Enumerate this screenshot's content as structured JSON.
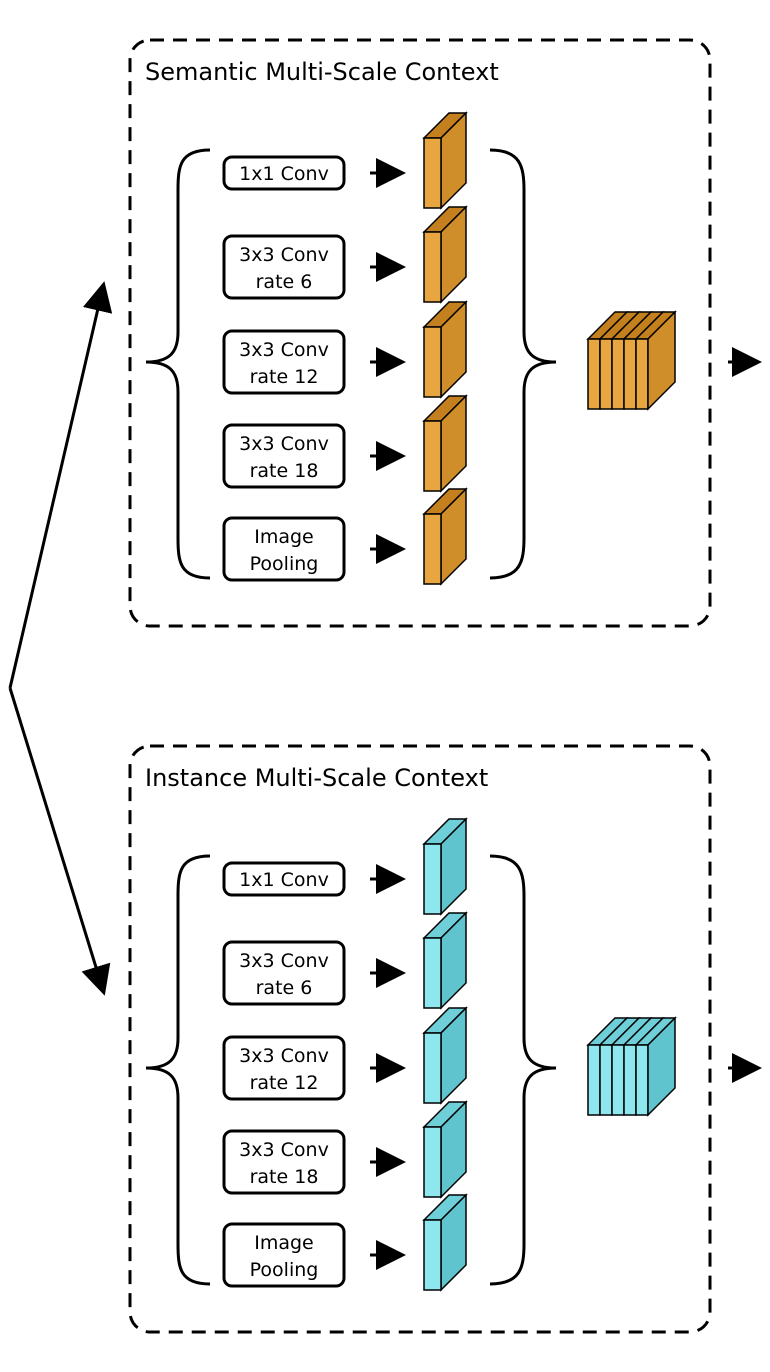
{
  "semantic": {
    "title": "Semantic Multi-Scale Context",
    "colors": {
      "front": "#E8A640",
      "top": "#C47F1E",
      "side": "#D08E2A"
    },
    "ops": [
      {
        "line1": "1x1 Conv",
        "line2": ""
      },
      {
        "line1": "3x3 Conv",
        "line2": "rate 6"
      },
      {
        "line1": "3x3 Conv",
        "line2": "rate 12"
      },
      {
        "line1": "3x3 Conv",
        "line2": "rate 18"
      },
      {
        "line1": "Image",
        "line2": "Pooling"
      }
    ]
  },
  "instance": {
    "title": "Instance Multi-Scale Context",
    "colors": {
      "front": "#8EE6EE",
      "top": "#6FCFD8",
      "side": "#5FC4CE"
    },
    "ops": [
      {
        "line1": "1x1 Conv",
        "line2": ""
      },
      {
        "line1": "3x3 Conv",
        "line2": "rate 6"
      },
      {
        "line1": "3x3 Conv",
        "line2": "rate 12"
      },
      {
        "line1": "3x3 Conv",
        "line2": "rate 18"
      },
      {
        "line1": "Image",
        "line2": "Pooling"
      }
    ]
  }
}
